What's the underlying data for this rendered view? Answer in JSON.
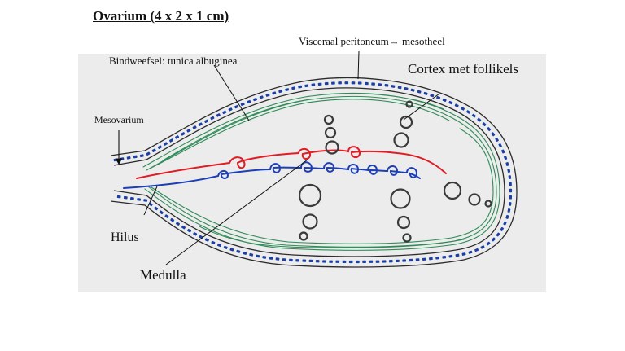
{
  "title": "Ovarium (4 x 2 x 1 cm)",
  "labels": {
    "visceraal": "Visceraal peritoneum→ mesotheel",
    "bindweefsel": "Bindweefsel: tunica albuginea",
    "cortex": "Cortex met follikels",
    "mesovarium": "Mesovarium",
    "hilus": "Hilus",
    "medulla": "Medulla"
  },
  "colors": {
    "panel": "#ececec",
    "mesothelium": "#2b2b2b",
    "nuclei": "#1a3fa6",
    "connective_tissue": "#2e8b57",
    "artery": "#e21b24",
    "vein": "#1c3fb7",
    "follicle": "#3a3a3a"
  }
}
